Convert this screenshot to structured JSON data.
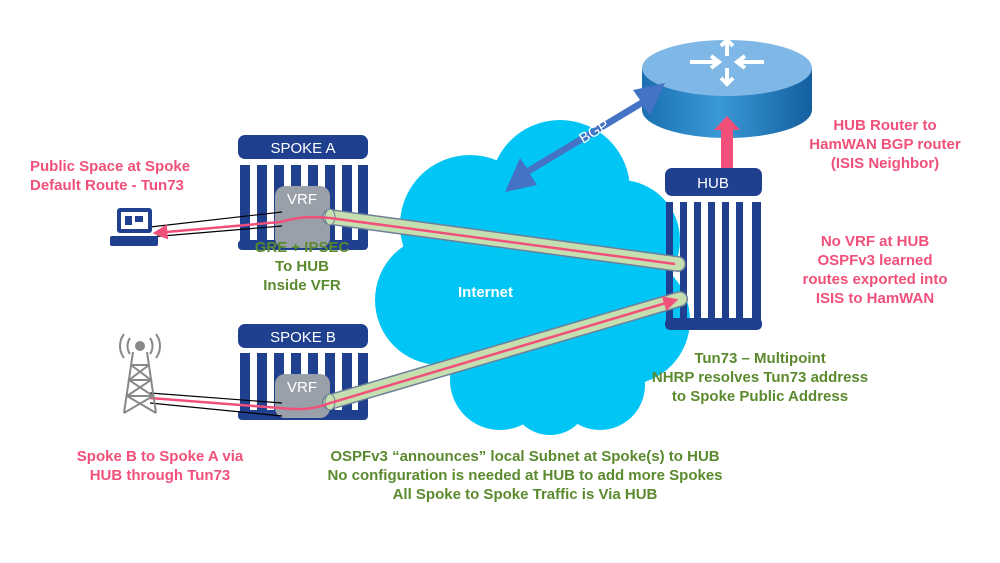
{
  "colors": {
    "pink": "#f0507a",
    "green": "#5b8a2e",
    "navy": "#1f3f8f",
    "cloud": "#00c5f5",
    "bgp": "#4472c4",
    "tunnel": "#c6dfb0"
  },
  "nodes": {
    "spoke_a": {
      "title": "SPOKE A",
      "vrf": "VRF"
    },
    "spoke_b": {
      "title": "SPOKE B",
      "vrf": "VRF"
    },
    "hub": {
      "title": "HUB"
    },
    "cloud": {
      "label": "Internet"
    },
    "bgp": {
      "label": "BGP"
    },
    "router": {
      "icon": "router-icon"
    }
  },
  "annotations": {
    "spoke_a_side": [
      "Public Space at Spoke",
      "Default Route - Tun73"
    ],
    "tunnel": [
      "GRE + IPSEC",
      "To HUB",
      "Inside VFR"
    ],
    "hub_router": [
      "HUB Router to",
      "HamWAN BGP router",
      "(ISIS Neighbor)"
    ],
    "hub_side": [
      "No VRF at HUB",
      "OSPFv3 learned",
      "routes exported into",
      "ISIS to HamWAN"
    ],
    "tun73": [
      "Tun73 – Multipoint",
      "NHRP resolves Tun73 address",
      "to Spoke Public Address"
    ],
    "spoke_b_side": [
      "Spoke B to Spoke A via",
      "HUB through Tun73"
    ],
    "bottom": [
      "OSPFv3 “announces” local Subnet at Spoke(s) to HUB",
      "No configuration is needed at HUB to add more Spokes",
      "All Spoke to Spoke Traffic is Via HUB"
    ]
  }
}
